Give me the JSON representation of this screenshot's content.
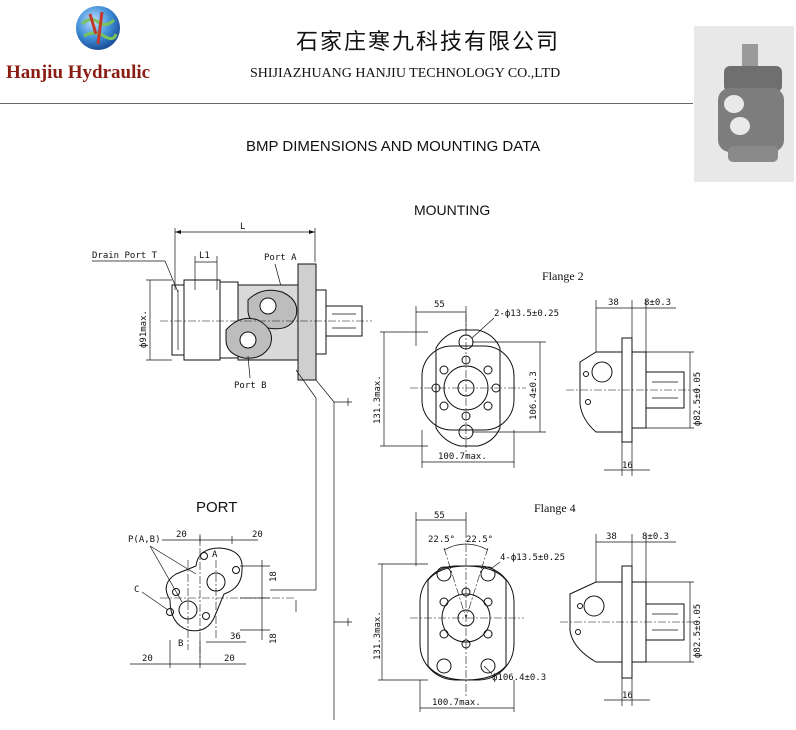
{
  "header": {
    "brand_name": "Hanjiu Hydraulic",
    "company_cn": "石家庄寒九科技有限公司",
    "company_en": "SHIJIAZHUANG HANJIU TECHNOLOGY CO.,LTD",
    "logo_icon": "hanjiu-globe-logo-icon",
    "product_image": "bmp-hydraulic-motor-photo"
  },
  "page": {
    "title": "BMP DIMENSIONS AND  MOUNTING DATA"
  },
  "colors": {
    "brand": "#8b1c12",
    "ink": "#111111",
    "rule": "#666666"
  },
  "main_view": {
    "heading": "MOUNTING",
    "dim_L": "L",
    "dim_L1": "L1",
    "drain_port": "Drain Port T",
    "port_a": "Port A",
    "port_b": "Port B",
    "dia_91": "ф91max."
  },
  "port_view": {
    "heading": "PORT",
    "label_p": "P(A,B)",
    "label_a": "A",
    "label_b": "B",
    "label_c": "C",
    "dim_20_top_left": "20",
    "dim_20_top_right": "20",
    "dim_18_top": "18",
    "dim_18_bottom": "18",
    "dim_36": "36",
    "dim_20_bottom_left": "20",
    "dim_20_bottom_right": "20"
  },
  "flange2": {
    "title": "Flange 2",
    "dim_55": "55",
    "holes": "2-ф13.5±0.25",
    "height": "131.3max.",
    "pcd": "106.4±0.3",
    "width": "100.7max.",
    "dim_38": "38",
    "dim_8": "8±0.3",
    "pilot": "ф82.5±0.05",
    "dim_16": "16"
  },
  "flange4": {
    "title": "Flange 4",
    "dim_55": "55",
    "angle_left": "22.5°",
    "angle_right": "22.5°",
    "holes": "4-ф13.5±0.25",
    "height": "131.3max.",
    "pcd": "ф106.4±0.3",
    "width": "100.7max.",
    "dim_38": "38",
    "dim_8": "8±0.3",
    "pilot": "ф82.5±0.05",
    "dim_16": "16"
  }
}
